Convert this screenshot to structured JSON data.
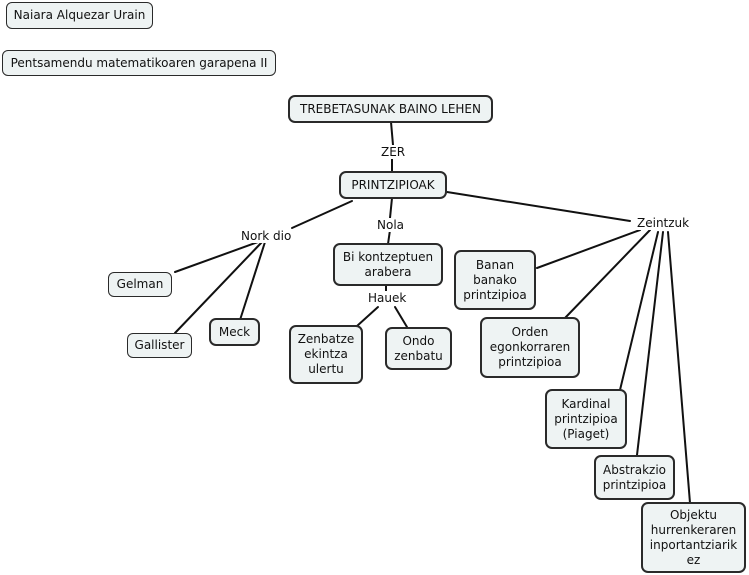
{
  "author": "Naiara Alquezar Urain",
  "course": "Pentsamendu matematikoaren garapena II",
  "root": "TREBETASUNAK BAINO LEHEN",
  "link_zer": "ZER",
  "principles": "PRINTZIPIOAK",
  "link_nork_dio": "Nork dio",
  "link_nola": "Nola",
  "link_zeintzuk": "Zeintzuk",
  "link_hauek": "Hauek",
  "authors": [
    "Gelman",
    "Gallister",
    "Meck"
  ],
  "bi_kontzeptuen": "Bi kontzeptuen arabera",
  "concepts": [
    "Zenbatze ekintza ulertu",
    "Ondo zenbatu"
  ],
  "principle_list": [
    "Banan banako printzipioa",
    "Orden egonkorraren printzipioa",
    "Kardinal printzipioa (Piaget)",
    "Abstrakzio printzipioa",
    "Objektu hurrenkeraren inportantziarik ez"
  ]
}
